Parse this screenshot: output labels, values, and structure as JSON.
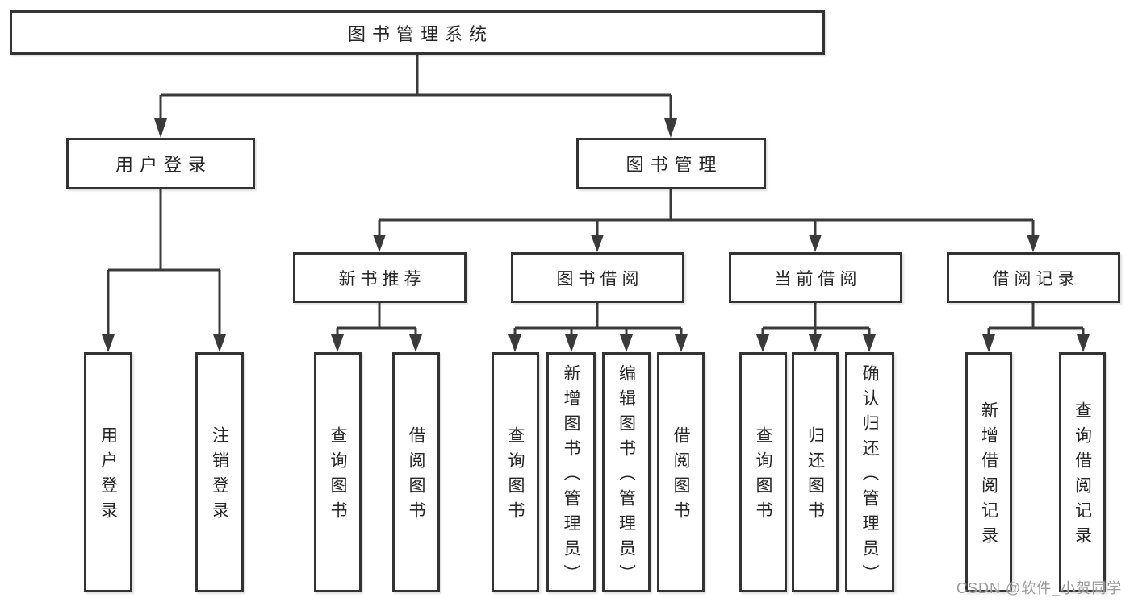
{
  "diagram": {
    "root": "图书管理系统",
    "branches": [
      {
        "label": "用户登录",
        "children": [
          {
            "label": "用户登录"
          },
          {
            "label": "注销登录"
          }
        ]
      },
      {
        "label": "图书管理",
        "children": [
          {
            "label": "新书推荐",
            "children": [
              {
                "label": "查询图书"
              },
              {
                "label": "借阅图书"
              }
            ]
          },
          {
            "label": "图书借阅",
            "children": [
              {
                "label": "查询图书"
              },
              {
                "label": "新增图书（管理员）"
              },
              {
                "label": "编辑图书（管理员）"
              },
              {
                "label": "借阅图书"
              }
            ]
          },
          {
            "label": "当前借阅",
            "children": [
              {
                "label": "查询图书"
              },
              {
                "label": "归还图书"
              },
              {
                "label": "确认归还（管理员）"
              }
            ]
          },
          {
            "label": "借阅记录",
            "children": [
              {
                "label": "新增借阅记录"
              },
              {
                "label": "查询借阅记录"
              }
            ]
          }
        ]
      }
    ]
  },
  "watermark": "CSDN @软件_小贺同学",
  "colors": {
    "line": "#3a3a3a",
    "box_border": "#333333",
    "box_background": "#ffffff",
    "text": "#262626",
    "watermark": "#9b9b9b",
    "page_background": "#ffffff"
  }
}
